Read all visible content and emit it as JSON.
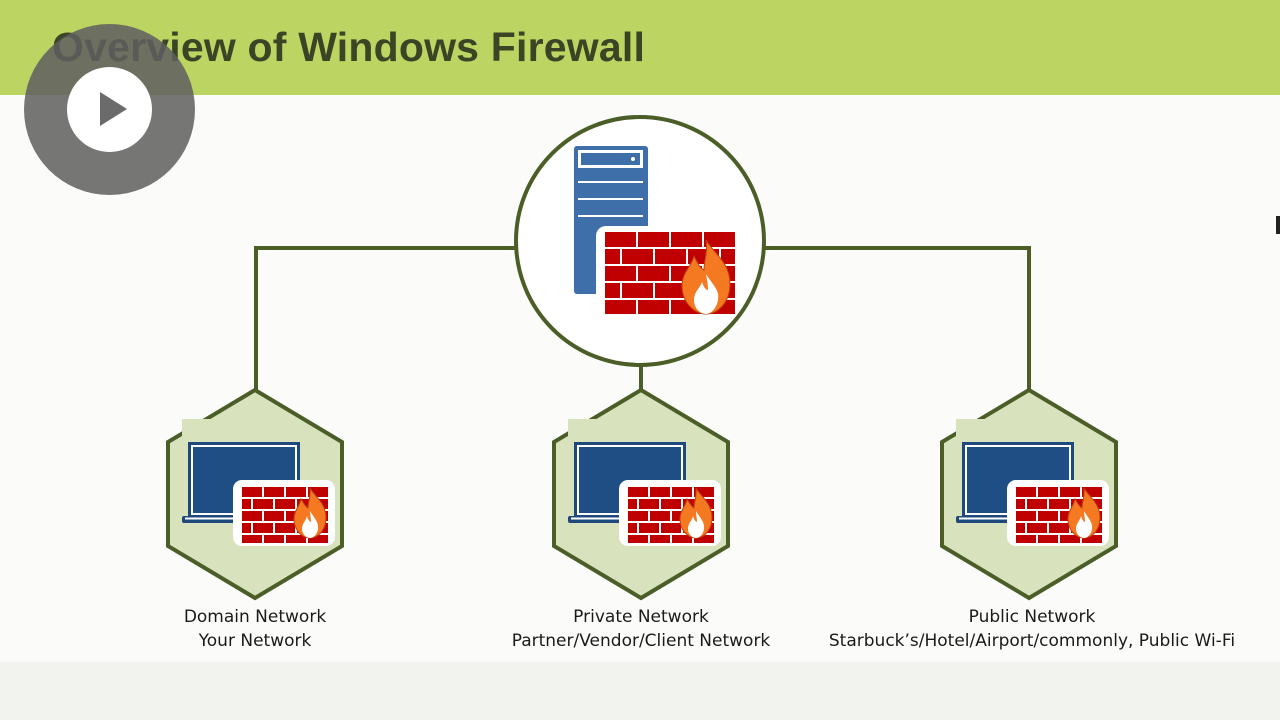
{
  "title": "Overview of Windows Firewall",
  "colors": {
    "header": "#bcd462",
    "line": "#4b5e28",
    "hexagon_fill": "#d8e3bd",
    "device_blue": "#1f497d",
    "brick_red": "#c00000",
    "flame_orange": "#f47920"
  },
  "icons": {
    "center": "server-with-firewall-icon",
    "nodes": "laptop-with-firewall-icon",
    "play": "play-icon"
  },
  "networks": [
    {
      "name": "Domain Network",
      "desc": "Your Network"
    },
    {
      "name": "Private Network",
      "desc": "Partner/Vendor/Client Network"
    },
    {
      "name": "Public Network",
      "desc": "Starbuck’s/Hotel/Airport/commonly, Public Wi-Fi"
    }
  ]
}
